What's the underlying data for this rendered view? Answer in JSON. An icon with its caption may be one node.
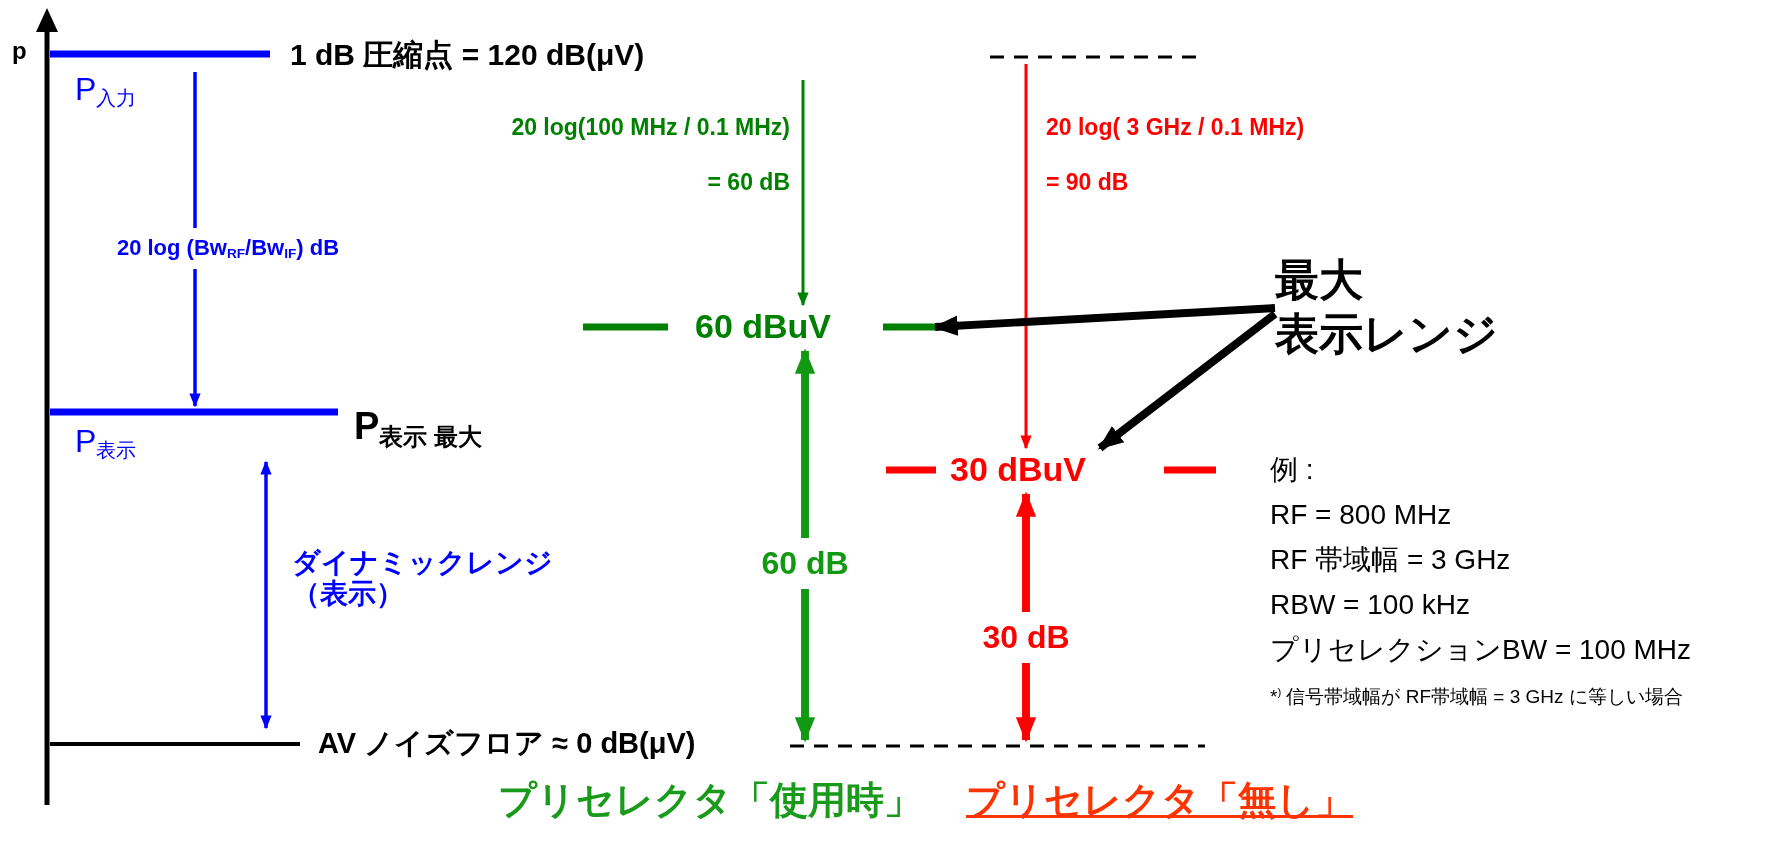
{
  "diagram": {
    "nodes": [
      {
        "text": [
          "1 dB 圧縮点 = 120 dB(μV)"
        ],
        "beside": [
          "P$_{入力}$"
        ]
      },
      {
        "text": [
          "P$_{表示}$",
          "P$_{表示 最大}$"
        ]
      },
      {
        "text": [
          "AV ノイズフロア ≈ 0 dB(μV)"
        ]
      },
      {
        "text": [],
        "shape": "line"
      },
      {
        "text": [
          "60 dBuV"
        ]
      },
      {
        "text": [
          "30 dBuV"
        ]
      },
      {
        "text": [],
        "shape": "line"
      },
      {
        "text": [
          "最大",
          "表示レンジ"
        ]
      }
    ],
    "edges": [
      {
        "from": 0,
        "to": 1,
        "arrow": "to",
        "label": "20 log (Bw$_{RF}$/Bw$_{IF}$) dB",
        "color": "#0000ff"
      },
      {
        "from": 1,
        "to": 2,
        "arrow": "both",
        "label": "ダイナミックレンジ（表示）",
        "color": "#0000ff"
      },
      {
        "from": null,
        "to": 4,
        "arrow": "to",
        "label": "20 log(100 MHz / 0.1 MHz) = 60 dB",
        "color": "#008000"
      },
      {
        "from": 4,
        "to": 6,
        "arrow": "both",
        "label": "60 dB",
        "style": "thick",
        "color": "#119911"
      },
      {
        "from": 3,
        "to": 5,
        "arrow": "to",
        "label": "20 log( 3 GHz / 0.1 MHz) = 90 dB",
        "color": "#ff0000"
      },
      {
        "from": 5,
        "to": 6,
        "arrow": "both",
        "label": "30 dB",
        "style": "thick",
        "color": "#ff0000"
      },
      {
        "from": 7,
        "to": 4,
        "arrow": "to",
        "style": "thick",
        "color": "#000000"
      },
      {
        "from": 7,
        "to": 5,
        "arrow": "to",
        "style": "thick",
        "color": "#000000"
      }
    ],
    "labels": [
      "p",
      "例 :",
      "RF = 800 MHz",
      "RF 帯域幅 = 3 GHz",
      "RBW = 100 kHz",
      "プリセレクションBW = 100 MHz",
      "*$^{)}$ 信号帯域幅が RF帯域幅 = 3 GHz に等しい場合",
      "プリセレクタ「使用時」",
      "プリセレクタ「無し」"
    ]
  }
}
